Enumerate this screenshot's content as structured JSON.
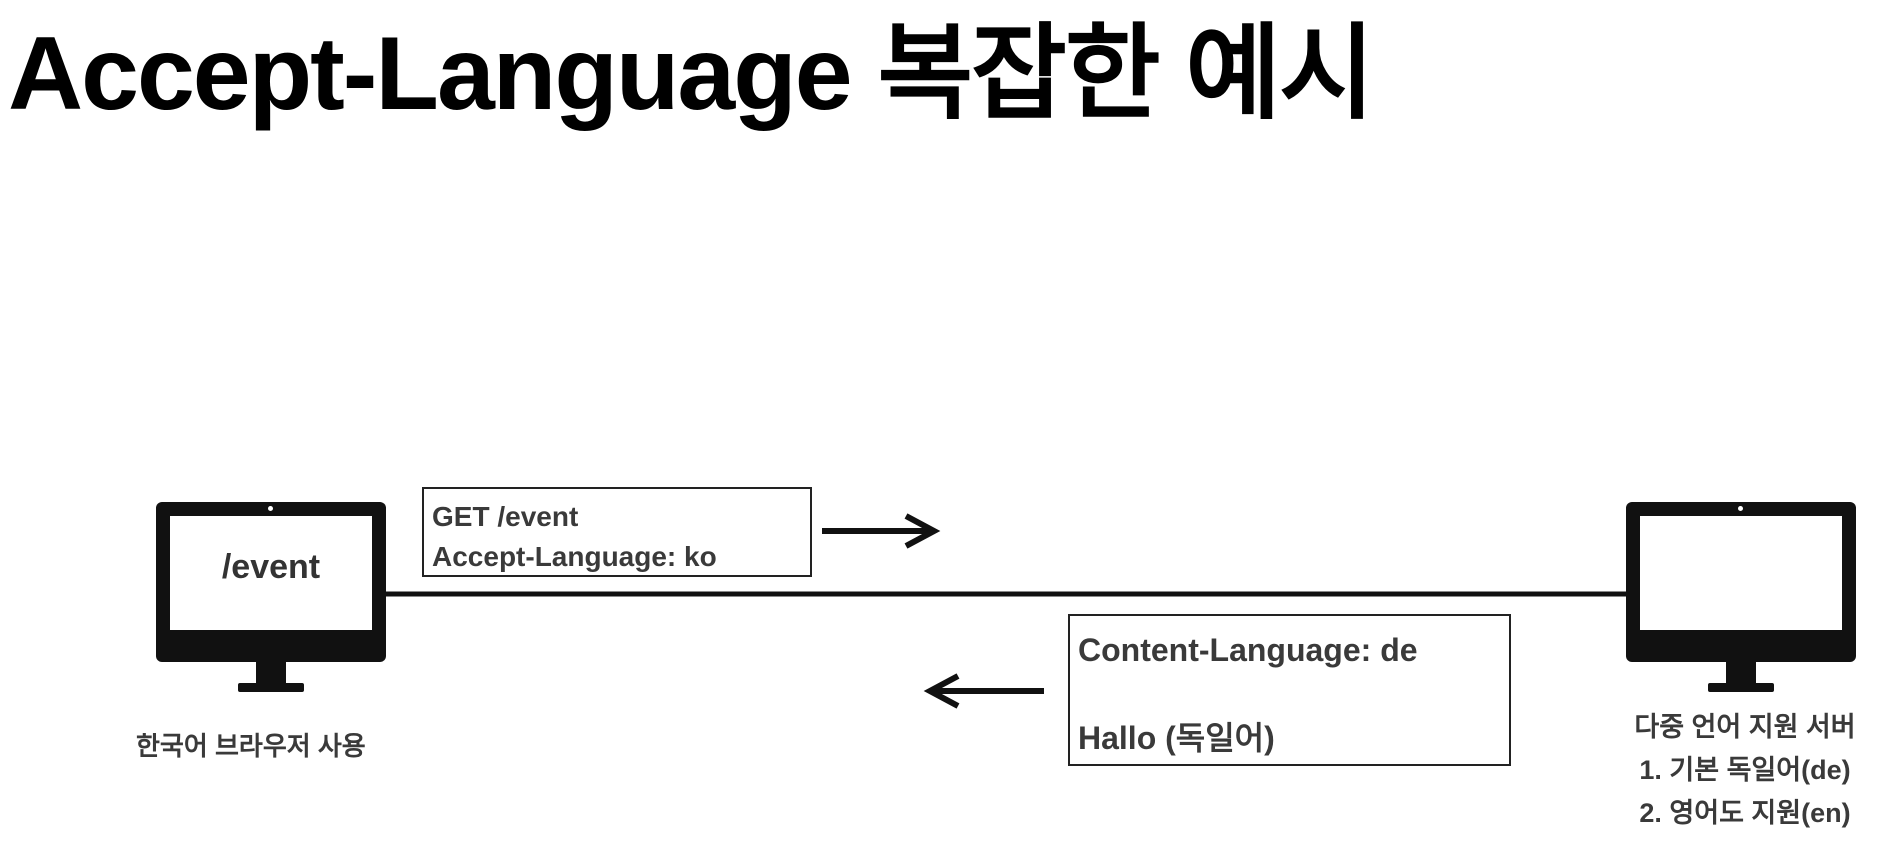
{
  "title": "Accept-Language 복잡한 예시",
  "client": {
    "screen_text": "/event",
    "caption": "한국어 브라우저 사용"
  },
  "request": {
    "line1": "GET /event",
    "line2": "Accept-Language: ko"
  },
  "response": {
    "line1": "Content-Language: de",
    "line2": "Hallo (독일어)"
  },
  "server": {
    "line1": "다중 언어 지원 서버",
    "line2": "1. 기본 독일어(de)",
    "line3": "2. 영어도 지원(en)"
  }
}
